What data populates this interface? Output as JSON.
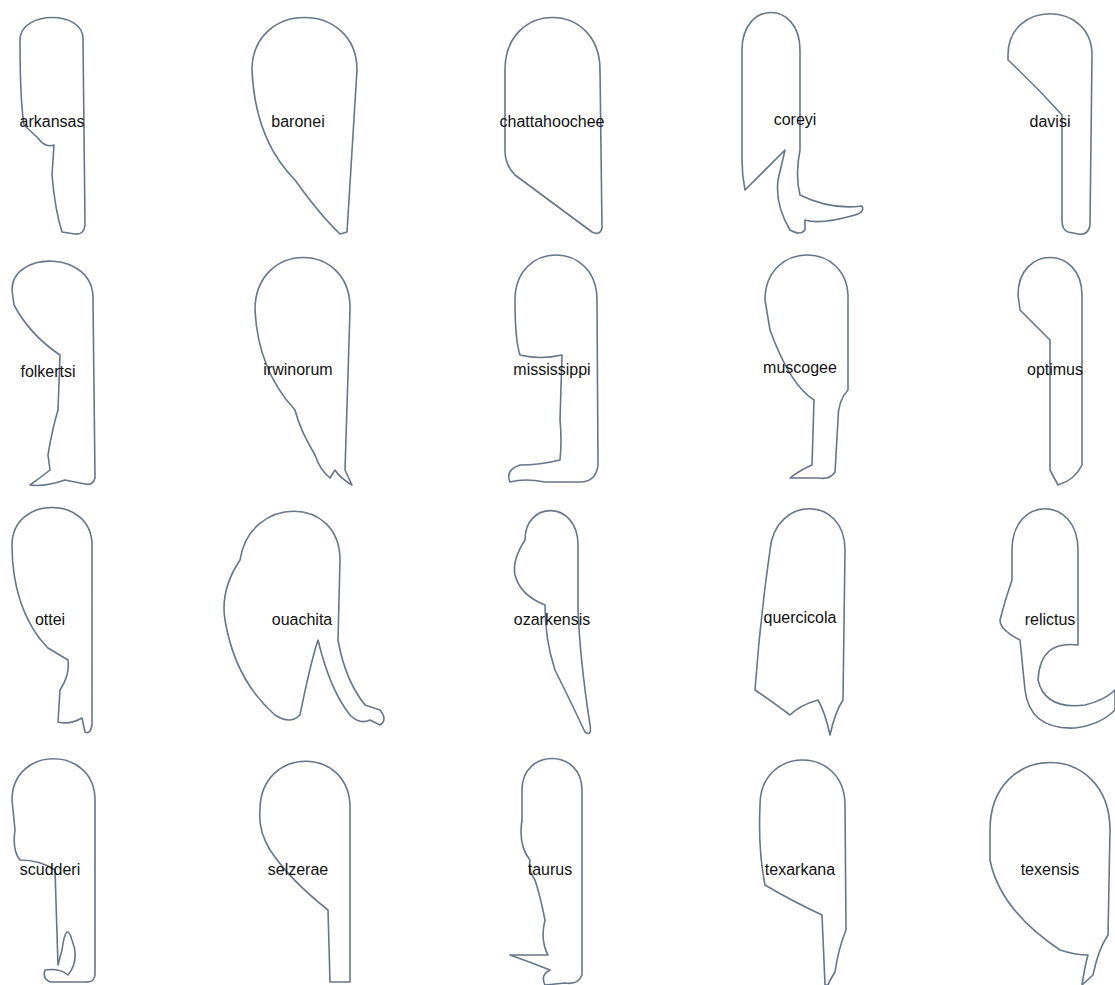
{
  "diagram": {
    "nodes": [
      {
        "text": [
          "arkansas"
        ]
      },
      {
        "text": [
          "baronei"
        ]
      },
      {
        "text": [
          "chattahoochee"
        ]
      },
      {
        "text": [
          "coreyi"
        ]
      },
      {
        "text": [
          "davisi"
        ]
      },
      {
        "text": [
          "folkertsi"
        ]
      },
      {
        "text": [
          "irwinorum"
        ]
      },
      {
        "text": [
          "mississippi"
        ]
      },
      {
        "text": [
          "muscogee"
        ]
      },
      {
        "text": [
          "optimus"
        ]
      },
      {
        "text": [
          "ottei"
        ]
      },
      {
        "text": [
          "ouachita"
        ]
      },
      {
        "text": [
          "ozarkensis"
        ]
      },
      {
        "text": [
          "quercicola"
        ]
      },
      {
        "text": [
          "relictus"
        ]
      },
      {
        "text": [
          "scudderi"
        ]
      },
      {
        "text": [
          "selzerae"
        ]
      },
      {
        "text": [
          "taurus"
        ]
      },
      {
        "text": [
          "texarkana"
        ]
      },
      {
        "text": [
          "texensis"
        ]
      }
    ]
  }
}
